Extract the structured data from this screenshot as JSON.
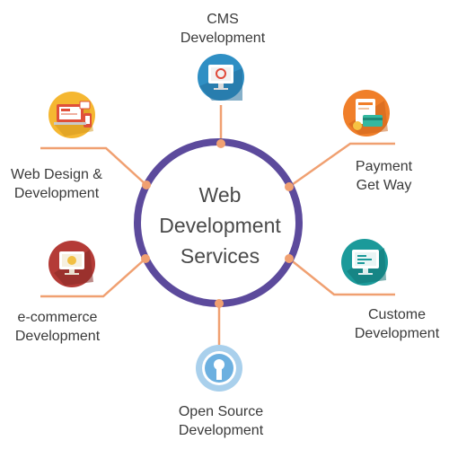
{
  "center": {
    "line1": "Web",
    "line2": "Development",
    "line3": "Services"
  },
  "services": {
    "cms": {
      "line1": "CMS",
      "line2": "Development",
      "icon": "cms-monitor-icon",
      "color": "#2f8fc4"
    },
    "payment": {
      "line1": "Payment",
      "line2": "Get Way",
      "icon": "payment-card-icon",
      "color": "#f07f2a"
    },
    "custom": {
      "line1": "Custome",
      "line2": "Development",
      "icon": "custom-code-monitor-icon",
      "color": "#1b9a9a"
    },
    "open_source": {
      "line1": "Open Source",
      "line2": "Development",
      "icon": "open-source-icon",
      "color": "#a9d0ec"
    },
    "ecommerce": {
      "line1": "e-commerce",
      "line2": "Development",
      "icon": "ecommerce-monitor-icon",
      "color": "#b43b37"
    },
    "web_design": {
      "line1": "Web Design &",
      "line2": "Development",
      "icon": "web-design-devices-icon",
      "color": "#f5b731"
    }
  },
  "colors": {
    "ring": "#5c4a9c",
    "connector": "#f0a071",
    "text": "#3a3a3a"
  }
}
